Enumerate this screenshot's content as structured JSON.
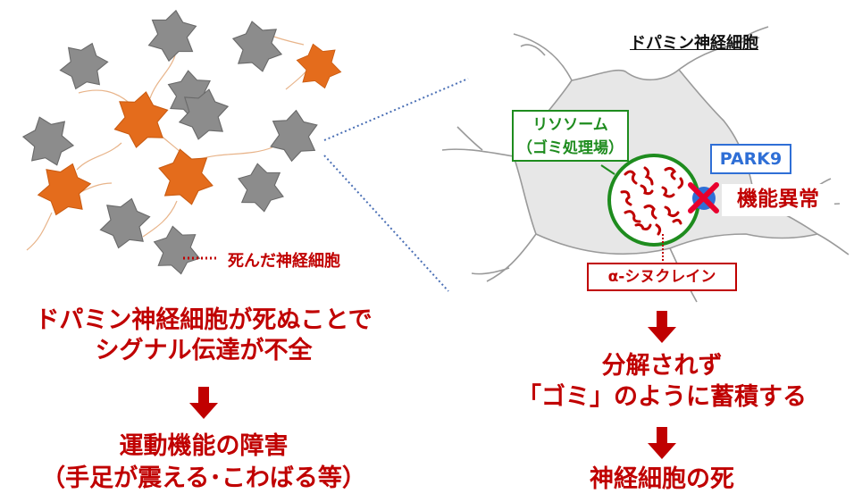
{
  "legend": {
    "dead_neuron_label": "死んだ神経細胞"
  },
  "left_text": {
    "statement_line1": "ドパミン神経細胞が死ぬことで",
    "statement_line2": "シグナル伝達が不全",
    "result_line1": "運動機能の障害",
    "result_line2": "（手足が震える･こわばる等）"
  },
  "cell": {
    "title": "ドパミン神経細胞",
    "lysosome_label_line1": "リソソーム",
    "lysosome_label_line2": "（ゴミ処理場）",
    "park9_label": "PARK9",
    "dysfunction_label": "機能異常",
    "synuclein_label": "α-シヌクレイン"
  },
  "right_text": {
    "line1": "分解されず",
    "line2": "「ゴミ」のように蓄積する",
    "result": "神経細胞の死"
  },
  "colors": {
    "accent_red": "#c00000",
    "dead_neuron": "#e46c1c",
    "healthy_neuron": "#8c8c8c",
    "lysosome_green": "#1e8c1e",
    "park9_blue": "#2f6fd6",
    "cell_body": "#e7e7e7"
  }
}
